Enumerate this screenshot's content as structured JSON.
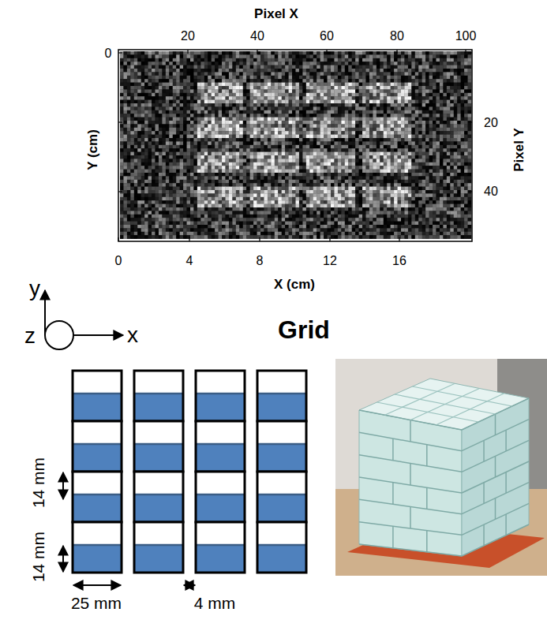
{
  "diagram": {
    "title": "Grid",
    "labels": [
      "Pixel X",
      "20",
      "40",
      "60",
      "80",
      "100",
      "0",
      "Y (cm)",
      "20",
      "40",
      "Pixel Y",
      "0",
      "4",
      "8",
      "12",
      "16",
      "X (cm)",
      "y",
      "z",
      "x",
      "14 mm",
      "14 mm",
      "25 mm",
      "4 mm"
    ]
  }
}
